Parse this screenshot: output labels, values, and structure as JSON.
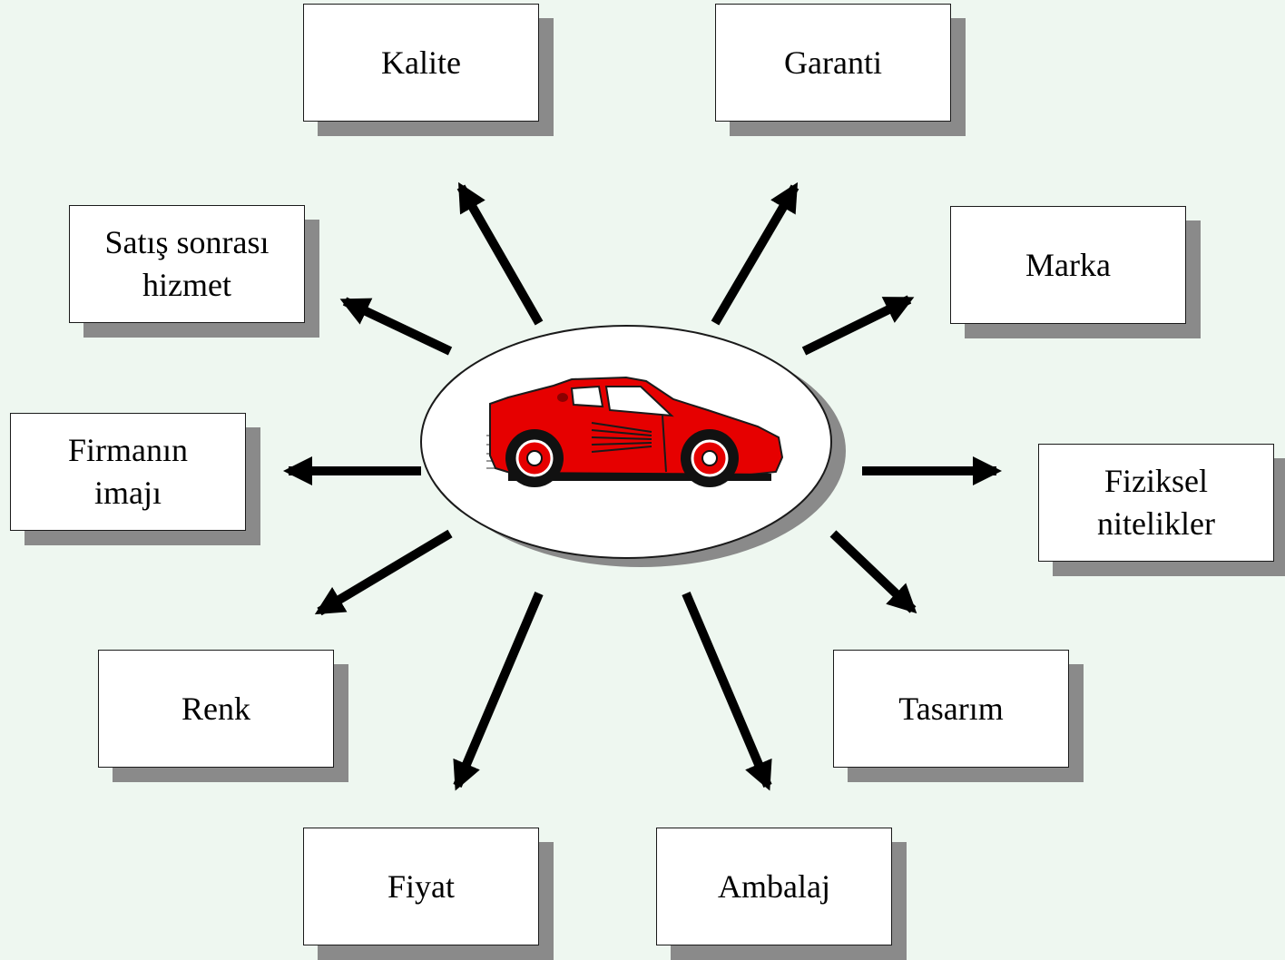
{
  "center": {
    "image": "red-sports-car"
  },
  "boxes": {
    "kalite": "Kalite",
    "garanti": "Garanti",
    "satis_sonrasi": [
      "Satış sonrası",
      "hizmet"
    ],
    "marka": "Marka",
    "firmanin_imaji": [
      "Firmanın",
      "imajı"
    ],
    "fiziksel_nitelikler": [
      "Fiziksel",
      "nitelikler"
    ],
    "renk": "Renk",
    "tasarim": "Tasarım",
    "fiyat": "Fiyat",
    "ambalaj": "Ambalaj"
  },
  "colors": {
    "background": "#eef7f0",
    "car": "#e60000",
    "shadow": "#8a8a8a",
    "arrow": "#000000"
  }
}
